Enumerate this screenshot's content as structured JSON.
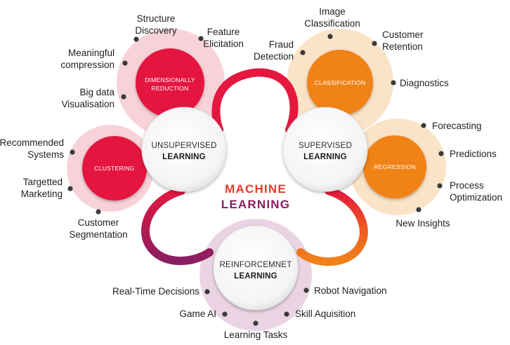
{
  "title": {
    "line1": "MACHINE",
    "line2": "LEARNING"
  },
  "hubs": {
    "unsupervised": {
      "line1": "UNSUPERVISED",
      "line2": "LEARNING"
    },
    "supervised": {
      "line1": "SUPERVISED",
      "line2": "LEARNING"
    },
    "reinforcement": {
      "line1": "REINFORCEMNET",
      "line2": "LEARNING"
    }
  },
  "categories": {
    "dimensionality_reduction": {
      "line1": "DIMENSIONALLY",
      "line2": "REDUCTION"
    },
    "clustering": {
      "label": "CLUSTERING"
    },
    "classification": {
      "label": "CLASSIFICATION"
    },
    "regression": {
      "label": "REGRESSION"
    }
  },
  "applications": {
    "dimensionality_reduction": [
      {
        "line1": "Structure",
        "line2": "Discovery"
      },
      {
        "line1": "Feature",
        "line2": "Elicitation"
      },
      {
        "line1": "Meaningful",
        "line2": "compression"
      },
      {
        "line1": "Big data",
        "line2": "Visualisation"
      }
    ],
    "clustering": [
      {
        "line1": "Recommended",
        "line2": "Systems"
      },
      {
        "line1": "Targetted",
        "line2": "Marketing"
      },
      {
        "line1": "Customer",
        "line2": "Segmentation"
      }
    ],
    "classification": [
      {
        "line1": "Image",
        "line2": "Classification"
      },
      {
        "line1": "Fraud",
        "line2": "Detection"
      },
      {
        "line1": "Customer",
        "line2": "Retention"
      },
      {
        "line1": "Diagnostics"
      }
    ],
    "regression": [
      {
        "line1": "Forecasting"
      },
      {
        "line1": "Predictions"
      },
      {
        "line1": "Process",
        "line2": "Optimization"
      },
      {
        "line1": "New Insights"
      }
    ],
    "reinforcement": [
      {
        "line1": "Real-Time Decisions"
      },
      {
        "line1": "Robot Navigation"
      },
      {
        "line1": "Game AI"
      },
      {
        "line1": "Skill Aquisition"
      },
      {
        "line1": "Learning Tasks"
      }
    ]
  },
  "colors": {
    "red": "#e4173f",
    "orange": "#f08219",
    "purple": "#8a1e62",
    "pink_halo": "#f7d2d8",
    "peach_halo": "#fbe3c7",
    "lavender_halo": "#ead4e3",
    "dot": "#3a3a3a"
  }
}
